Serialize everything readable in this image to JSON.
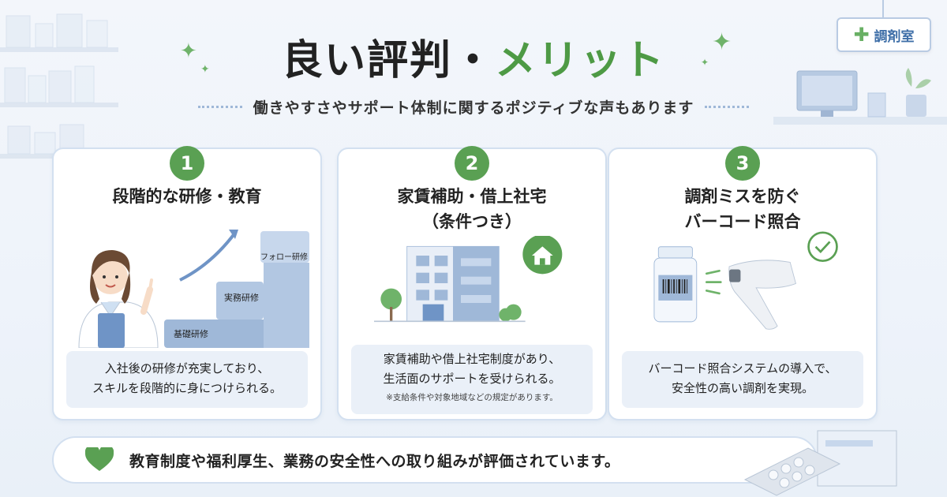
{
  "header": {
    "title_part1": "良い評判・",
    "title_part2": "メリット",
    "subtitle": "働きやすさやサポート体制に関するポジティブな声もあります"
  },
  "sign": {
    "label": "調剤室"
  },
  "cards": [
    {
      "number": "1",
      "title": "段階的な研修・教育",
      "steps": [
        "基礎研修",
        "実務研修",
        "フォロー研修"
      ],
      "description_lines": [
        "入社後の研修が充実しており、",
        "スキルを段階的に身につけられる。"
      ]
    },
    {
      "number": "2",
      "title_line1": "家賃補助・借上社宅",
      "title_line2": "（条件つき）",
      "description_lines": [
        "家賃補助や借上社宅制度があり、",
        "生活面のサポートを受けられる。"
      ],
      "note": "※支給条件や対象地域などの規定があります。"
    },
    {
      "number": "3",
      "title_line1": "調剤ミスを防ぐ",
      "title_line2": "バーコード照合",
      "description_lines": [
        "バーコード照合システムの導入で、",
        "安全性の高い調剤を実現。"
      ]
    }
  ],
  "footer": {
    "text": "教育制度や福利厚生、業務の安全性への取り組みが評価されています。"
  },
  "icons": [
    "sparkle-icon",
    "plus-icon",
    "house-icon",
    "check-icon",
    "heart-icon",
    "arrow-up-icon"
  ],
  "colors": {
    "accent_green": "#5aa053",
    "text_dark": "#222222",
    "card_border": "#d3e0f0",
    "light_blue": "#eaf0f8",
    "sign_blue": "#3f6fa8"
  }
}
